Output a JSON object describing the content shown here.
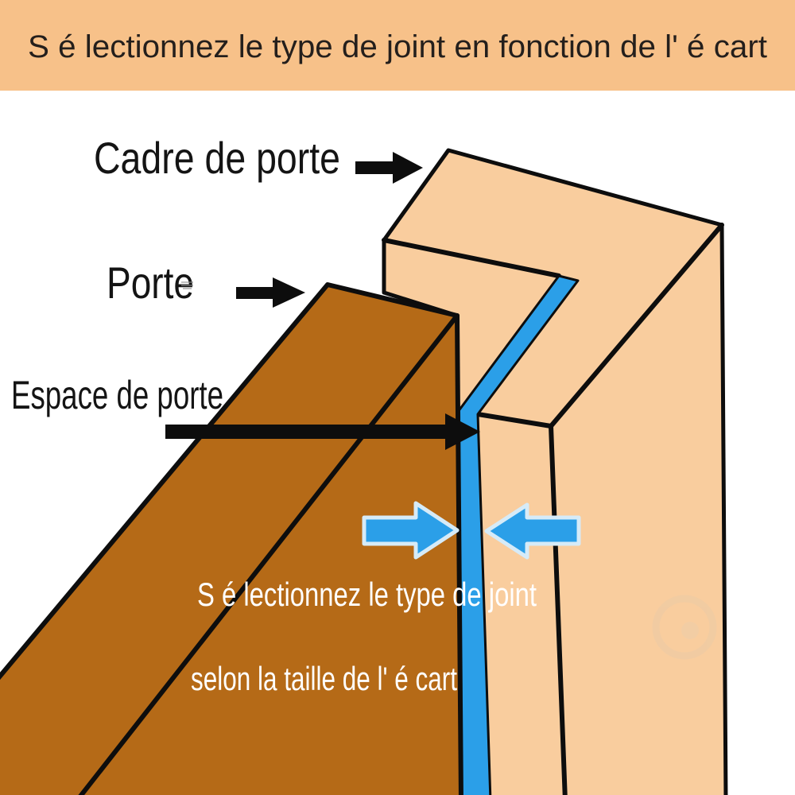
{
  "banner": {
    "title": "S é lectionnez le type de joint en fonction de l' é cart"
  },
  "labels": {
    "frame": "Cadre de porte",
    "door": "Porte",
    "gap": "Espace de porte"
  },
  "overlay": {
    "line1": "S é lectionnez le type de joint",
    "line2": "selon la taille de l' é cart"
  },
  "colors": {
    "banner_bg": "#F7C189",
    "frame_fill": "#F9CD9E",
    "door_fill": "#B56A17",
    "seal_blue": "#2B9FE8",
    "arrow_blue": "#2B9FE8",
    "arrow_border": "#D6EBF8",
    "outline": "#0D0D0D",
    "title_text": "#241F1C",
    "label_text": "#141414",
    "overlay_text": "#FFFFFF"
  }
}
